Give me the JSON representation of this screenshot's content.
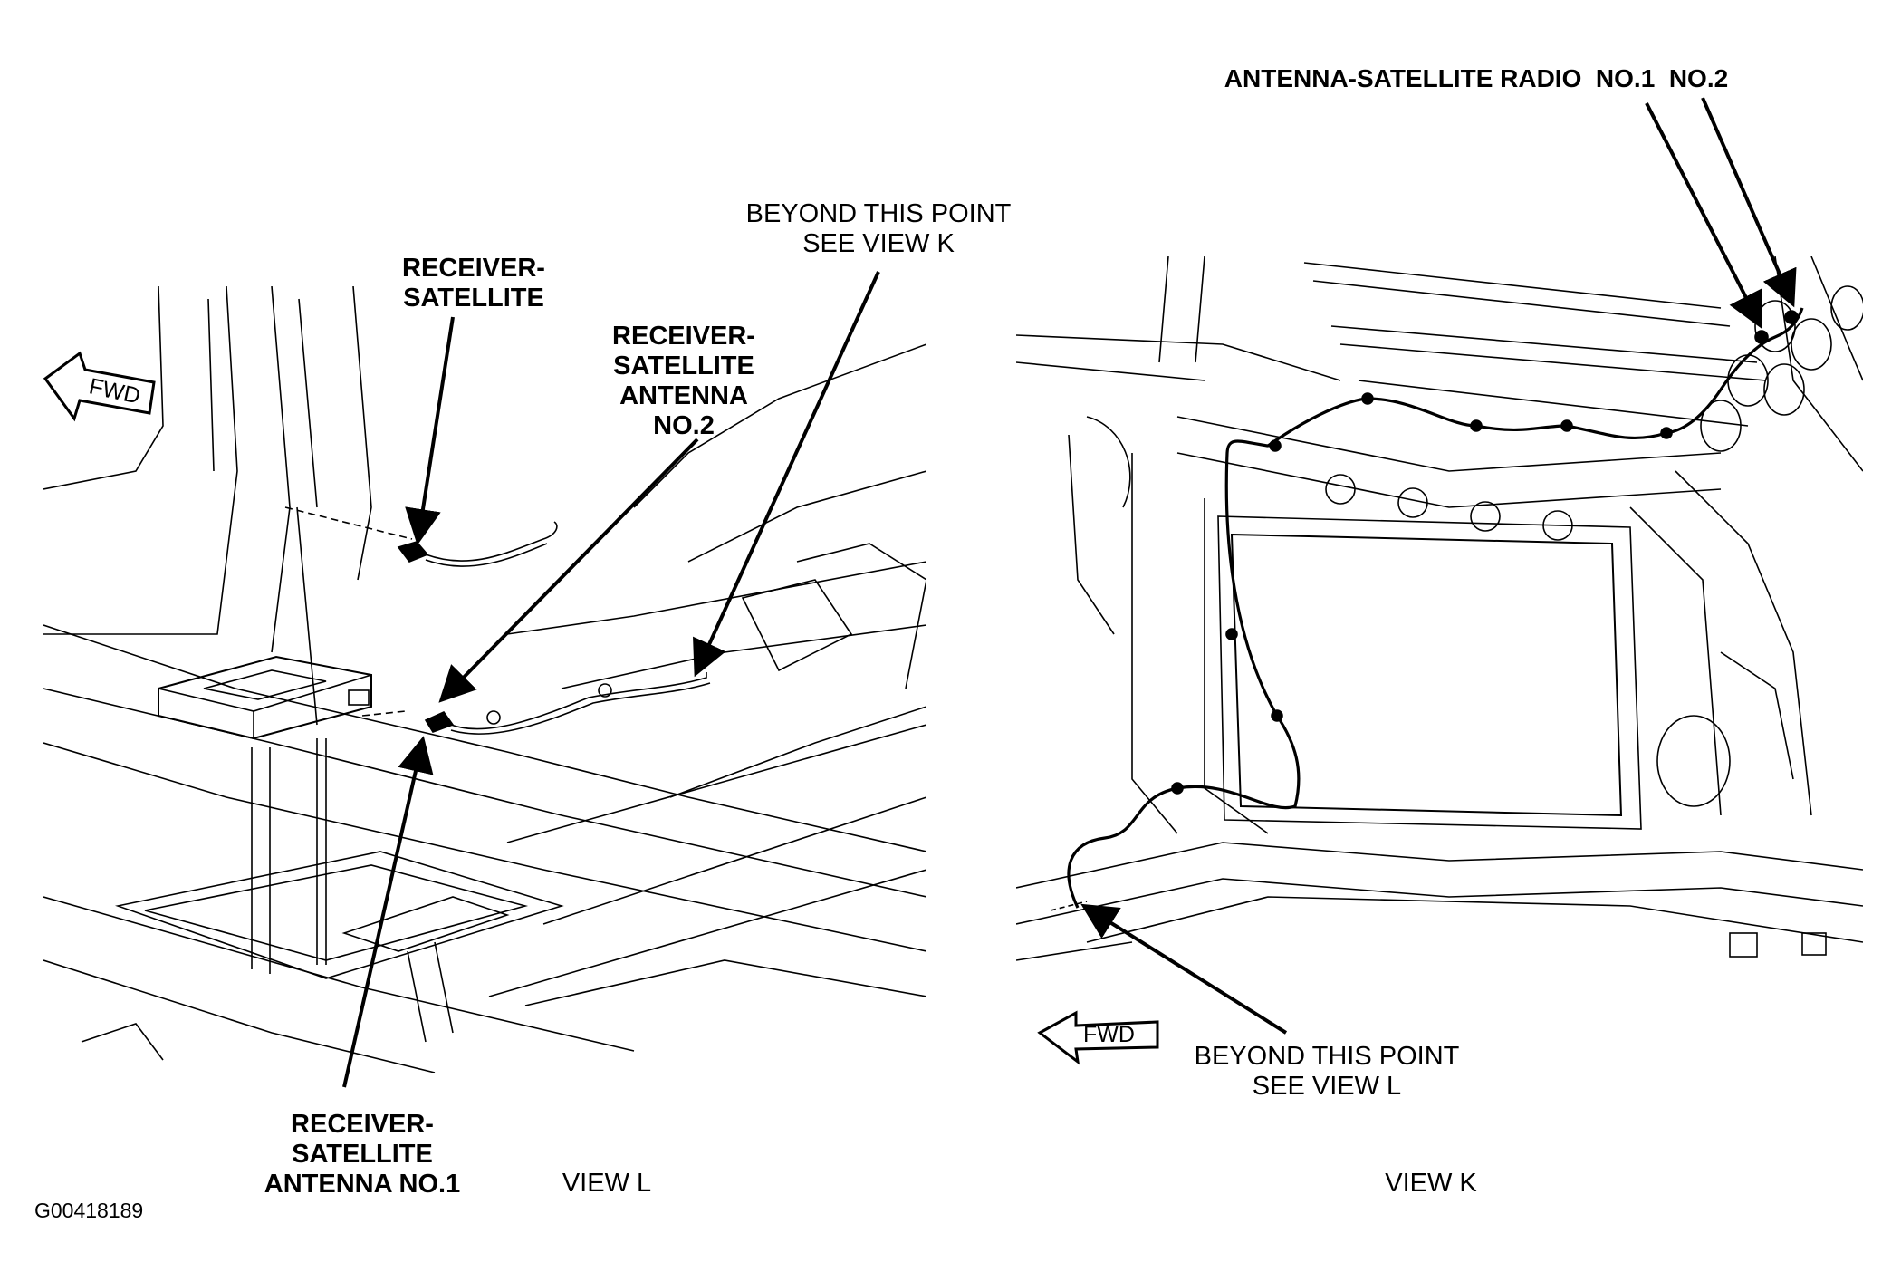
{
  "figure_id": "G00418189",
  "view_l": {
    "view_label": "VIEW L",
    "fwd": "FWD",
    "receiver_satellite": [
      "RECEIVER-",
      "SATELLITE"
    ],
    "antenna_no2": [
      "RECEIVER-",
      "SATELLITE",
      "ANTENNA",
      "NO.2"
    ],
    "antenna_no1": [
      "RECEIVER-",
      "SATELLITE",
      "ANTENNA NO.1"
    ],
    "beyond": [
      "BEYOND THIS POINT",
      "SEE VIEW K"
    ]
  },
  "view_k": {
    "view_label": "VIEW K",
    "fwd": "FWD",
    "antenna_radio": "ANTENNA-SATELLITE RADIO  NO.1  NO.2",
    "beyond": [
      "BEYOND THIS POINT",
      "SEE VIEW L"
    ]
  }
}
